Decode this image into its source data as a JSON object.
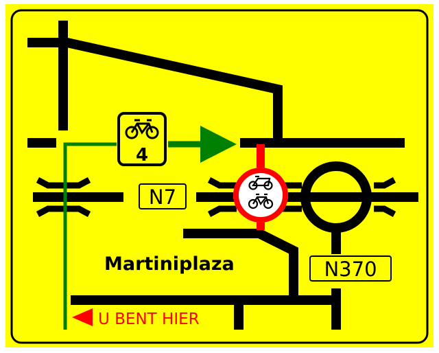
{
  "sign": {
    "type": "detour-route-map",
    "background_color": "#ffff00",
    "border_color": "#000000",
    "road_color": "#000000",
    "route_color": "#008000",
    "accent_color": "#ff0000"
  },
  "labels": {
    "cycle_route_number": "4",
    "road_n7": "N7",
    "road_n370": "N370",
    "place": "Martiniplaza",
    "you_are_here": "U BENT HIER"
  },
  "icons": {
    "cycle_route": "bicycle-icon",
    "prohibition": "no-mopeds-and-bicycles-icon",
    "direction_arrow": "arrow-right-icon",
    "here_marker": "arrow-left-icon"
  }
}
